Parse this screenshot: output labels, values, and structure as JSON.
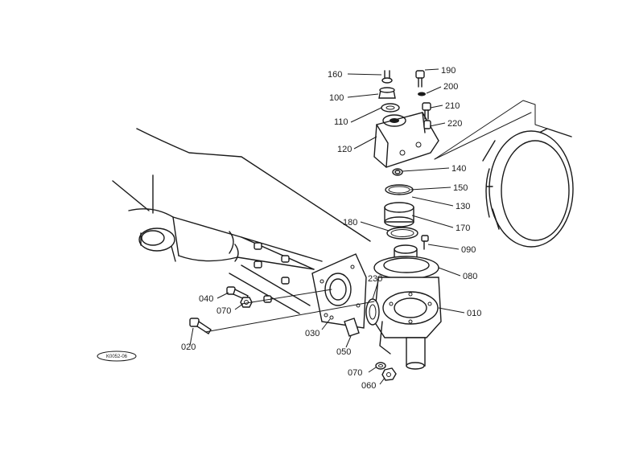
{
  "drawing_code": "K0052-06",
  "parts": [
    {
      "no": "160"
    },
    {
      "no": "100"
    },
    {
      "no": "110"
    },
    {
      "no": "120"
    },
    {
      "no": "190"
    },
    {
      "no": "200"
    },
    {
      "no": "210"
    },
    {
      "no": "220"
    },
    {
      "no": "140"
    },
    {
      "no": "150"
    },
    {
      "no": "130"
    },
    {
      "no": "170"
    },
    {
      "no": "180"
    },
    {
      "no": "090"
    },
    {
      "no": "080"
    },
    {
      "no": "230"
    },
    {
      "no": "010"
    },
    {
      "no": "040"
    },
    {
      "no": "070"
    },
    {
      "no": "020"
    },
    {
      "no": "030"
    },
    {
      "no": "050"
    },
    {
      "no": "070"
    },
    {
      "no": "060"
    }
  ]
}
